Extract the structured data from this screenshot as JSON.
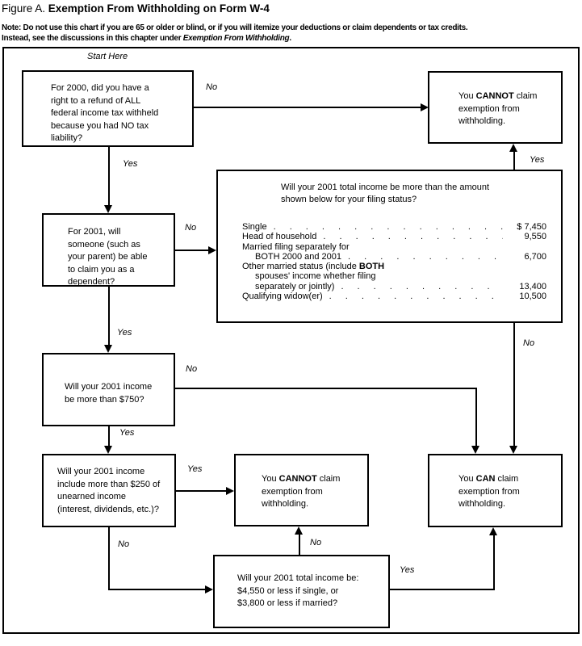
{
  "title": {
    "prefix": "Figure A. ",
    "main": "Exemption From Withholding on Form W-4"
  },
  "note": {
    "line1": "Note: Do not use this chart if you are 65 or older or blind, or if you will itemize your deductions or claim dependents or tax credits.",
    "line2_prefix": "Instead, see the discussions in this chapter under ",
    "line2_italic": "Exemption From Withholding",
    "line2_suffix": "."
  },
  "flowchart": {
    "start_label": "Start Here",
    "labels": {
      "yes": "Yes",
      "no": "No"
    },
    "boxes": {
      "q_refund": "For 2000, did you have a right to a refund of ALL federal income tax withheld because you had NO tax liability?",
      "q_dependent": "For 2001, will someone (such as your parent) be able to claim you as a dependent?",
      "q_income_750": "Will your 2001 income be more than $750?",
      "q_unearned": "Will your 2001 income include more than $250 of unearned income (interest, dividends, etc.)?",
      "q_total_income": "Will your 2001 total income be: $4,550 or less if single, or $3,800 or less if married?",
      "cannot": {
        "pre": "You ",
        "bold": "CANNOT",
        "post": " claim exemption from withholding."
      },
      "can": {
        "pre": "You ",
        "bold": "CAN",
        "post": " claim exemption from withholding."
      },
      "filing_status": {
        "heading": "Will your 2001 total income be more than the amount shown below for your filing status?",
        "rows": [
          {
            "label": "Single",
            "amount": "$ 7,450"
          },
          {
            "label": "Head of household",
            "amount": "9,550"
          },
          {
            "label": "Married filing separately for",
            "amount": ""
          },
          {
            "label": "BOTH 2000 and 2001",
            "amount": "6,700"
          },
          {
            "label": "Other married status (include ",
            "label_bold": "BOTH",
            "amount": ""
          },
          {
            "label": "spouses' income whether filing",
            "amount": ""
          },
          {
            "label": "separately or jointly)",
            "amount": "13,400"
          },
          {
            "label": "Qualifying widow(er)",
            "amount": "10,500"
          }
        ]
      }
    }
  }
}
